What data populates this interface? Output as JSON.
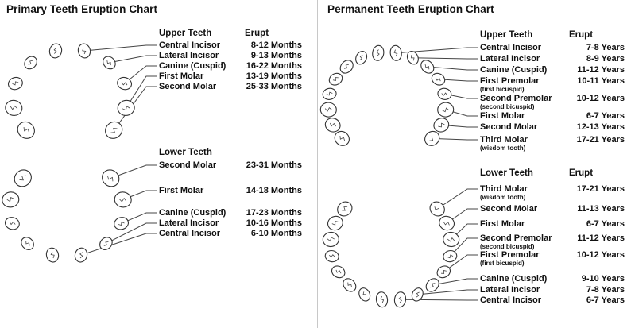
{
  "colors": {
    "divider": "#c8c8c8",
    "text": "#111111",
    "line": "#444444"
  },
  "charts": [
    {
      "title": "Primary Teeth Eruption Chart",
      "sections": [
        {
          "header": "Upper Teeth",
          "erupt_header": "Erupt",
          "rows": [
            {
              "label": "Central Incisor",
              "erupt": "8-12 Months"
            },
            {
              "label": "Lateral Incisor",
              "erupt": "9-13 Months"
            },
            {
              "label": "Canine (Cuspid)",
              "erupt": "16-22 Months"
            },
            {
              "label": "First Molar",
              "erupt": "13-19 Months"
            },
            {
              "label": "Second Molar",
              "erupt": "25-33 Months"
            }
          ]
        },
        {
          "header": "Lower Teeth",
          "erupt_header": "",
          "rows": [
            {
              "label": "Second Molar",
              "erupt": "23-31 Months"
            },
            {
              "label": "First Molar",
              "erupt": "14-18 Months"
            },
            {
              "label": "Canine (Cuspid)",
              "erupt": "17-23 Months"
            },
            {
              "label": "Lateral Incisor",
              "erupt": "10-16 Months"
            },
            {
              "label": "Central Incisor",
              "erupt": "6-10 Months"
            }
          ]
        }
      ]
    },
    {
      "title": "Permanent Teeth Eruption Chart",
      "sections": [
        {
          "header": "Upper Teeth",
          "erupt_header": "Erupt",
          "rows": [
            {
              "label": "Central Incisor",
              "erupt": "7-8 Years"
            },
            {
              "label": "Lateral Incisor",
              "erupt": "8-9 Years"
            },
            {
              "label": "Canine (Cuspid)",
              "erupt": "11-12 Years"
            },
            {
              "label": "First Premolar",
              "sub": "(first bicuspid)",
              "erupt": "10-11 Years"
            },
            {
              "label": "Second Premolar",
              "sub": "(second bicuspid)",
              "erupt": "10-12 Years"
            },
            {
              "label": "First Molar",
              "erupt": "6-7 Years"
            },
            {
              "label": "Second Molar",
              "erupt": "12-13 Years"
            },
            {
              "label": "Third Molar",
              "sub": "(wisdom tooth)",
              "erupt": "17-21 Years"
            }
          ]
        },
        {
          "header": "Lower Teeth",
          "erupt_header": "Erupt",
          "rows": [
            {
              "label": "Third Molar",
              "sub": "(wisdom tooth)",
              "erupt": "17-21 Years"
            },
            {
              "label": "Second Molar",
              "erupt": "11-13 Years"
            },
            {
              "label": "First Molar",
              "erupt": "6-7 Years"
            },
            {
              "label": "Second Premolar",
              "sub": "(second bicuspid)",
              "erupt": "11-12 Years"
            },
            {
              "label": "First Premolar",
              "sub": "(first bicuspid)",
              "erupt": "10-12 Years"
            },
            {
              "label": "Canine (Cuspid)",
              "erupt": "9-10 Years"
            },
            {
              "label": "Lateral Incisor",
              "erupt": "7-8 Years"
            },
            {
              "label": "Central Incisor",
              "erupt": "6-7 Years"
            }
          ]
        }
      ]
    }
  ]
}
